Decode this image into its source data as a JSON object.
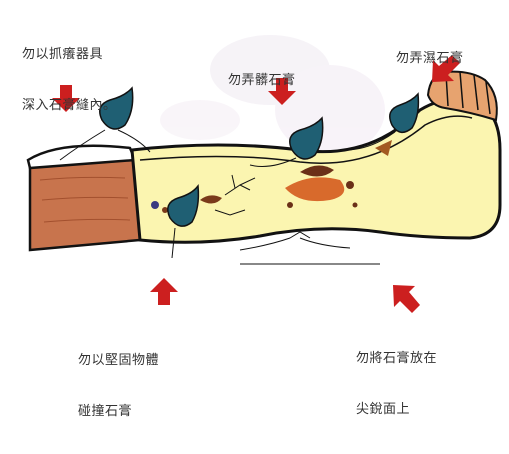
{
  "labels": {
    "top_left": [
      "勿以抓癢器具",
      "深入石膏縫內。"
    ],
    "top_center": [
      "勿弄髒石膏"
    ],
    "top_right": [
      "勿弄濕石膏"
    ],
    "bottom_left": [
      "勿以堅固物體",
      "碰撞石膏"
    ],
    "bottom_right": [
      "勿將石膏放在",
      "尖銳面上"
    ]
  },
  "colors": {
    "cast_fill": "#fbf5b0",
    "cast_outline": "#121212",
    "skin": "#c8744d",
    "arrow": "#cc1f1f",
    "drop": "#1f5f73",
    "dirt": "#b8502a",
    "bg_smudge": "#f1e8f1"
  },
  "icons": [
    "red-arrow-icon",
    "water-drop-icon",
    "dirt-stain",
    "crack-mark"
  ]
}
